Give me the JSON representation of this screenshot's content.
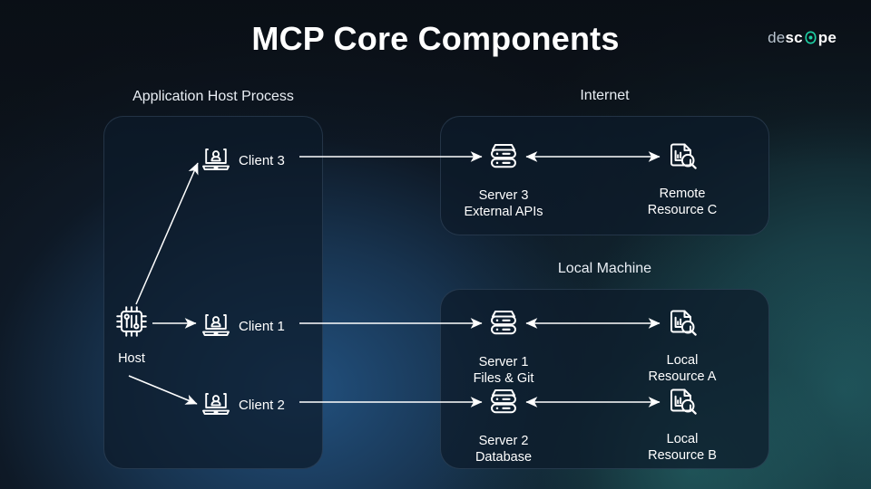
{
  "header": {
    "title": "MCP Core Components",
    "logo": {
      "part1": "de",
      "part2": "sc",
      "mark": "o-mark-icon",
      "part3": "pe",
      "mark_color": "#1fd1a5"
    }
  },
  "groups": [
    {
      "id": "application-host-process",
      "label": "Application Host Process"
    },
    {
      "id": "internet",
      "label": "Internet"
    },
    {
      "id": "local-machine",
      "label": "Local Machine"
    }
  ],
  "nodes": {
    "host": {
      "label": "Host",
      "icon": "cpu-chip-icon"
    },
    "client1": {
      "label": "Client 1",
      "icon": "laptop-user-icon"
    },
    "client2": {
      "label": "Client 2",
      "icon": "laptop-user-icon"
    },
    "client3": {
      "label": "Client 3",
      "icon": "laptop-user-icon"
    },
    "server1": {
      "line1": "Server 1",
      "line2": "Files & Git",
      "icon": "server-rack-icon"
    },
    "server2": {
      "line1": "Server 2",
      "line2": "Database",
      "icon": "server-rack-icon"
    },
    "server3": {
      "line1": "Server 3",
      "line2": "External APIs",
      "icon": "server-rack-icon"
    },
    "resourceA": {
      "line1": "Local",
      "line2": "Resource A",
      "icon": "document-search-icon"
    },
    "resourceB": {
      "line1": "Local",
      "line2": "Resource B",
      "icon": "document-search-icon"
    },
    "resourceC": {
      "line1": "Remote",
      "line2": "Resource C",
      "icon": "document-search-icon"
    }
  },
  "connections": [
    {
      "from": "host",
      "to": "client3",
      "direction": "one-way"
    },
    {
      "from": "host",
      "to": "client1",
      "direction": "one-way"
    },
    {
      "from": "host",
      "to": "client2",
      "direction": "one-way"
    },
    {
      "from": "client3",
      "to": "server3",
      "direction": "one-way"
    },
    {
      "from": "client1",
      "to": "server1",
      "direction": "one-way"
    },
    {
      "from": "client2",
      "to": "server2",
      "direction": "one-way"
    },
    {
      "from": "server3",
      "to": "resourceC",
      "direction": "two-way"
    },
    {
      "from": "server1",
      "to": "resourceA",
      "direction": "two-way"
    },
    {
      "from": "server2",
      "to": "resourceB",
      "direction": "two-way"
    }
  ],
  "colors": {
    "background_dark": "#0c1219",
    "background_blue": "#1d3f62",
    "background_teal": "#1e4a52",
    "panel_fill": "#0d1a2a",
    "stroke": "#ffffff",
    "text": "#ffffff"
  }
}
